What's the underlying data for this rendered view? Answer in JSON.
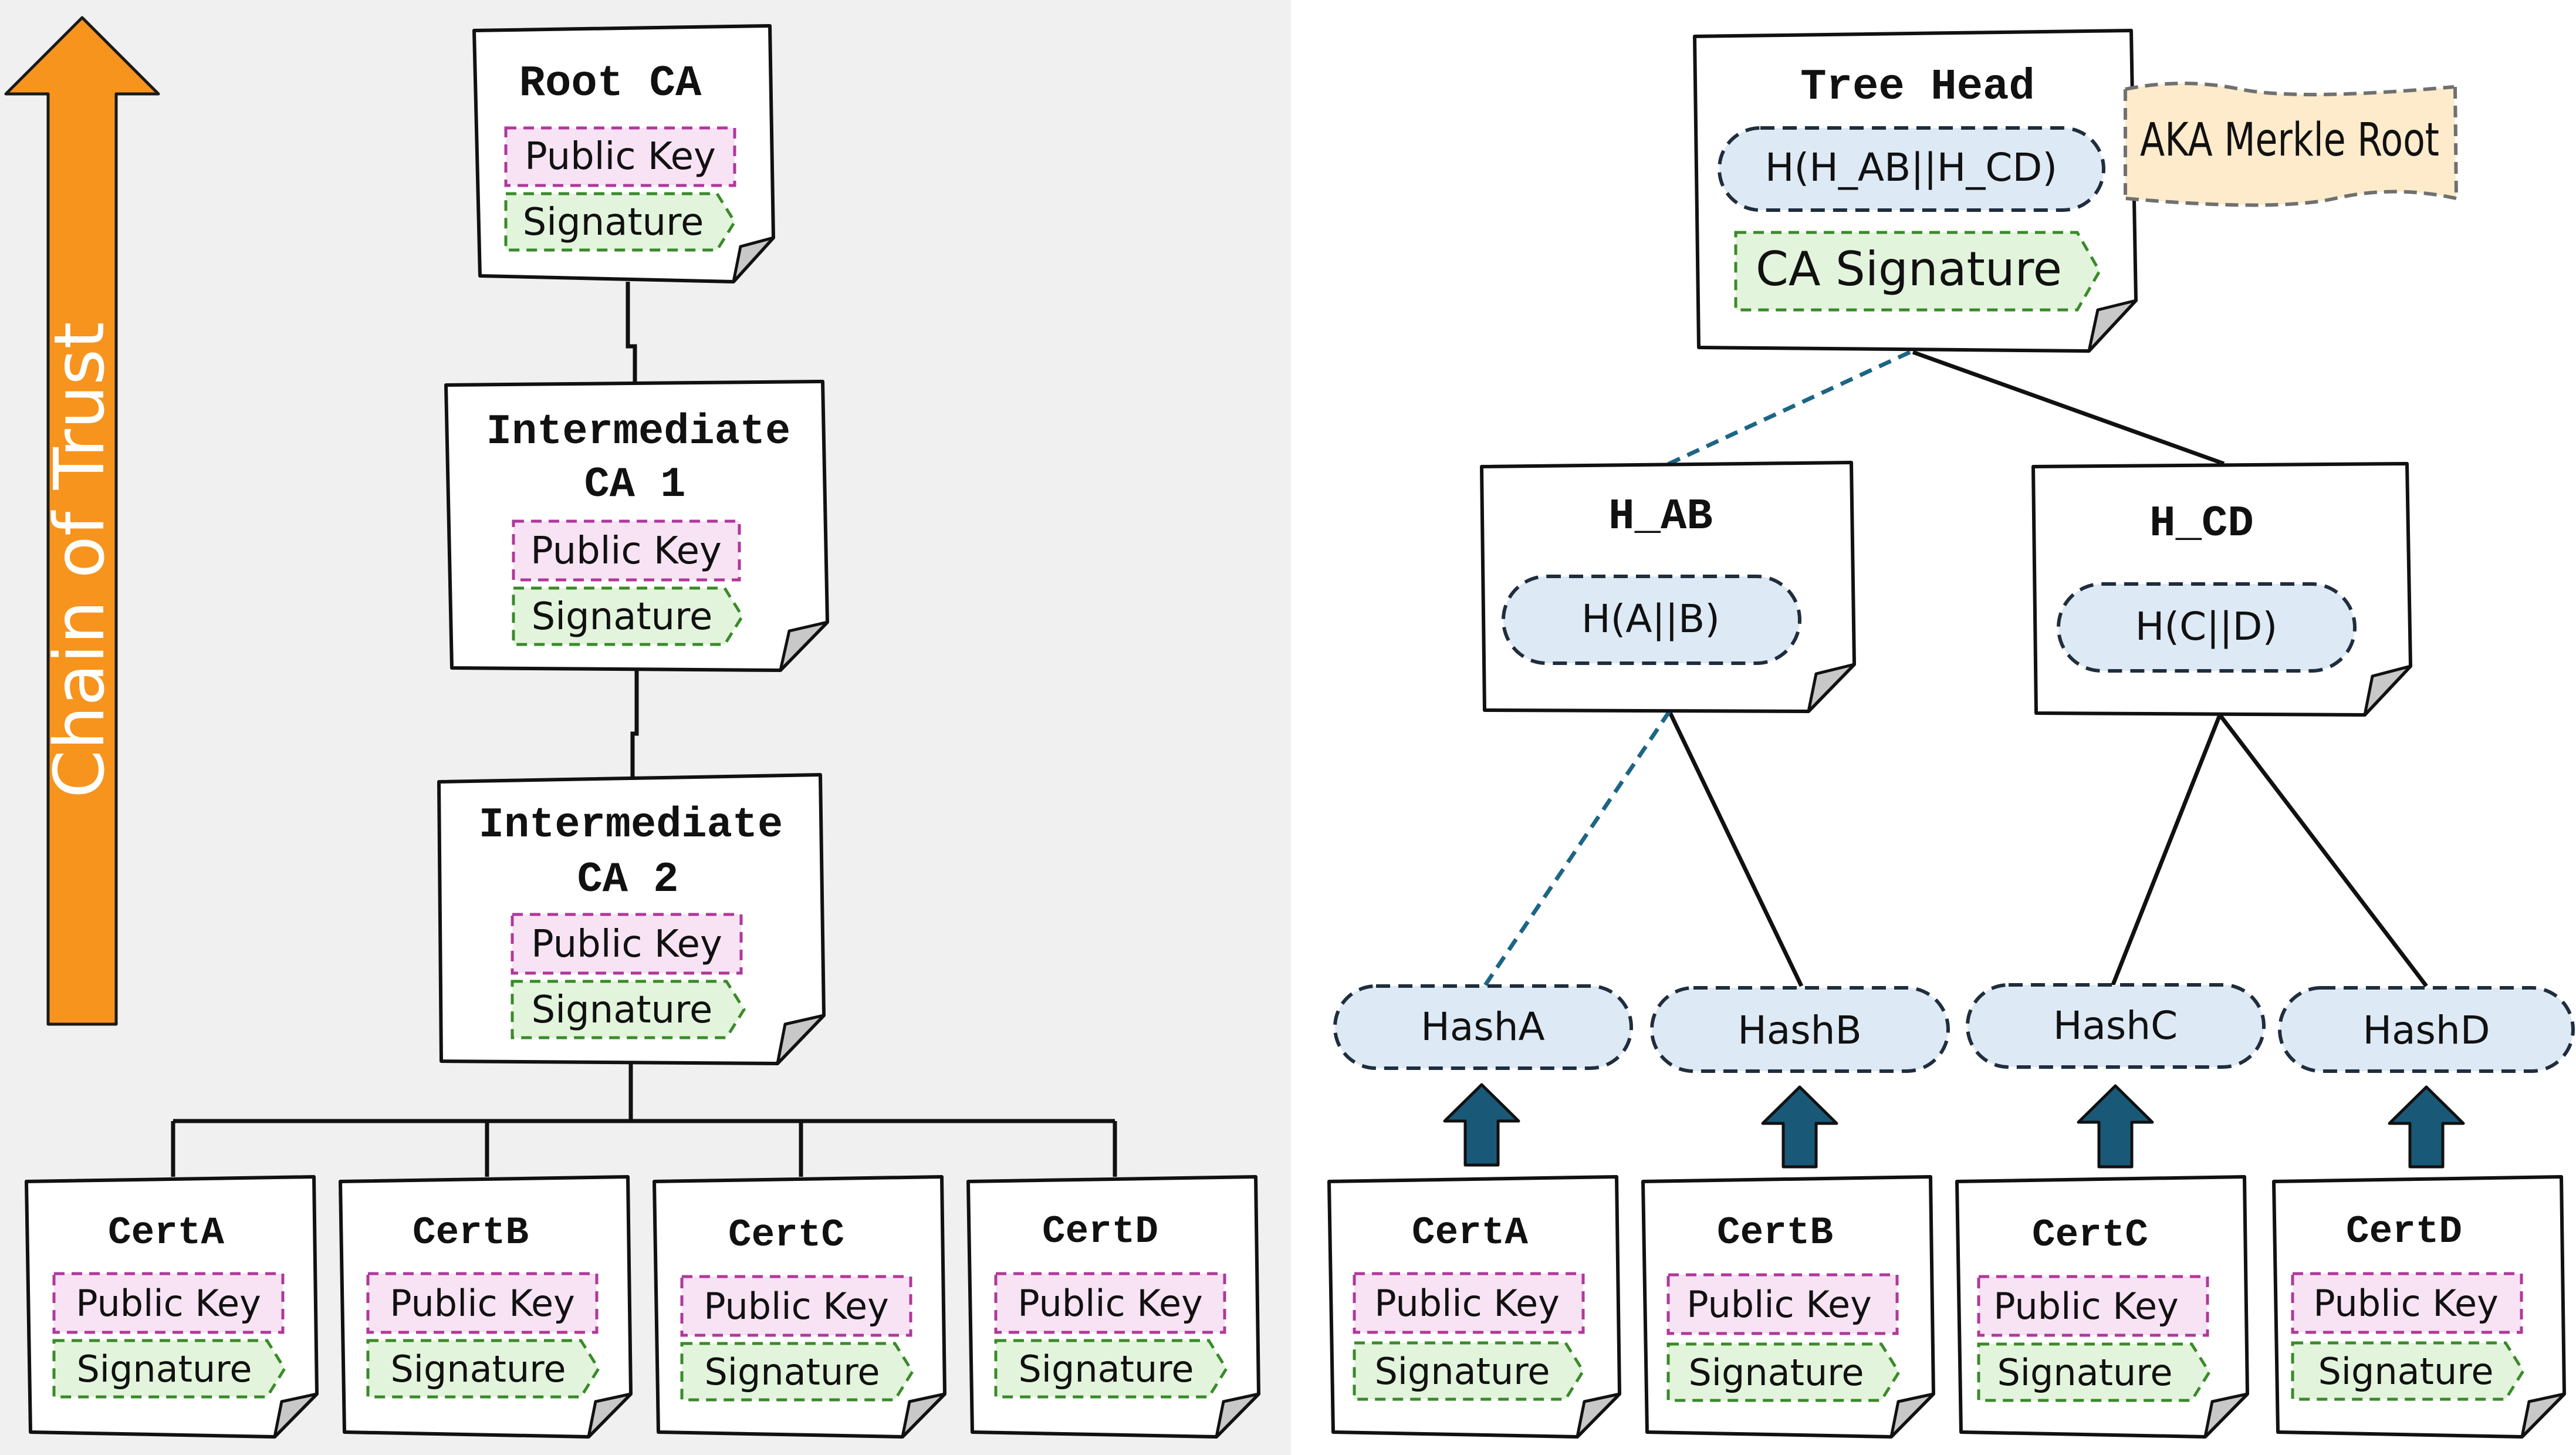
{
  "colors": {
    "left_panel_bg": "#f0f0f0",
    "right_panel_bg": "#ffffff",
    "arrow_orange": "#f7941d",
    "public_key_fill": "#f7e3f4",
    "public_key_border": "#b0389a",
    "signature_fill": "#e3f4dc",
    "signature_border": "#3a8a2a",
    "hash_fill": "#dde9f5",
    "hash_border": "#1f2d3d",
    "dashed_link": "#1d6585",
    "up_arrow": "#1a5878",
    "aka_fill": "#fdebcb",
    "aka_border": "#707070",
    "doc_fold": "#c8c8c8"
  },
  "left": {
    "chain_of_trust": "Chain of Trust",
    "root": {
      "title": "Root CA",
      "key": "Public Key",
      "sig": "Signature"
    },
    "int1": {
      "title1": "Intermediate",
      "title2": "CA 1",
      "key": "Public Key",
      "sig": "Signature"
    },
    "int2": {
      "title1": "Intermediate",
      "title2": "CA 2",
      "key": "Public Key",
      "sig": "Signature"
    },
    "certs": [
      {
        "title": "CertA",
        "key": "Public Key",
        "sig": "Signature"
      },
      {
        "title": "CertB",
        "key": "Public Key",
        "sig": "Signature"
      },
      {
        "title": "CertC",
        "key": "Public Key",
        "sig": "Signature"
      },
      {
        "title": "CertD",
        "key": "Public Key",
        "sig": "Signature"
      }
    ]
  },
  "right": {
    "tree_head": {
      "title": "Tree Head",
      "hash": "H(H_AB||H_CD)",
      "sig": "CA Signature"
    },
    "aka": "AKA Merkle Root",
    "h_ab": {
      "title": "H_AB",
      "hash": "H(A||B)"
    },
    "h_cd": {
      "title": "H_CD",
      "hash": "H(C||D)"
    },
    "leaves": [
      "HashA",
      "HashB",
      "HashC",
      "HashD"
    ],
    "certs": [
      {
        "title": "CertA",
        "key": "Public Key",
        "sig": "Signature"
      },
      {
        "title": "CertB",
        "key": "Public Key",
        "sig": "Signature"
      },
      {
        "title": "CertC",
        "key": "Public Key",
        "sig": "Signature"
      },
      {
        "title": "CertD",
        "key": "Public Key",
        "sig": "Signature"
      }
    ]
  }
}
